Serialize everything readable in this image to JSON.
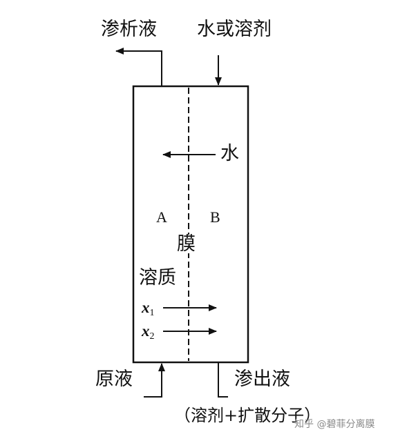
{
  "labels": {
    "dialysate": "渗析液",
    "water_or_solvent_in": "水或溶剂",
    "water": "水",
    "side_a": "A",
    "side_b": "B",
    "membrane": "膜",
    "solute": "溶质",
    "x1_var": "x",
    "x1_sub": "1",
    "x2_var": "x",
    "x2_sub": "2",
    "feed": "原液",
    "permeate": "渗出液",
    "permeate_note": "（溶剂+扩散分子）"
  },
  "watermark": {
    "platform": "知乎",
    "author": "@碧菲分离膜"
  }
}
